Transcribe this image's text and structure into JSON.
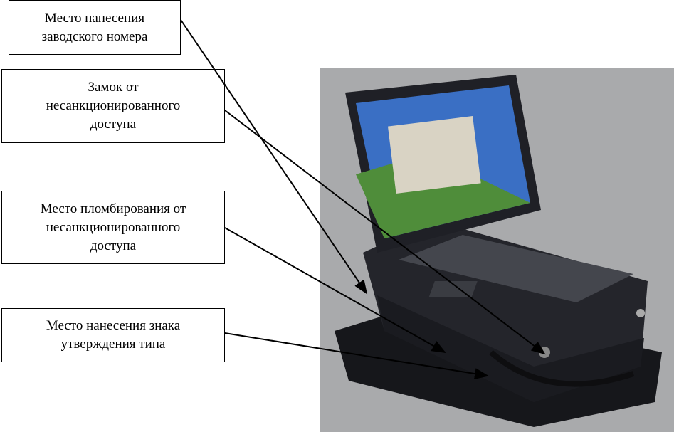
{
  "labels": [
    {
      "lines": [
        "Место нанесения",
        "заводского номера"
      ]
    },
    {
      "lines": [
        "Замок от",
        "несанкционированного",
        "доступа"
      ]
    },
    {
      "lines": [
        "Место пломбирования от",
        "несанкционированного",
        "доступа"
      ]
    },
    {
      "lines": [
        "Место нанесения знака",
        "утверждения типа"
      ]
    }
  ],
  "colors": {
    "photo_bg": "#a9aaac",
    "device": "#1c1d22",
    "screen": "#3a6fc4"
  }
}
